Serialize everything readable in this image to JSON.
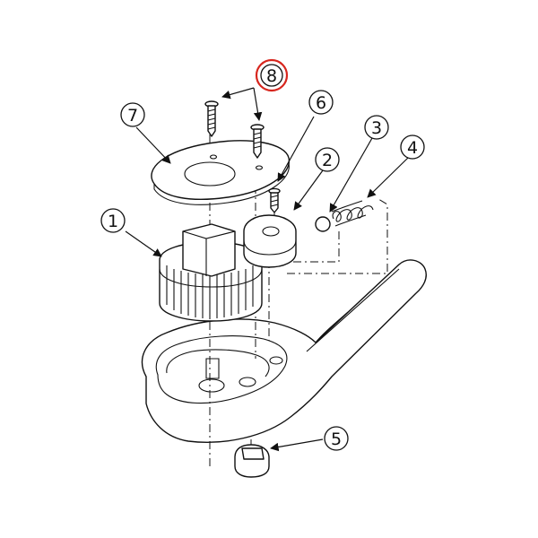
{
  "diagram": {
    "callouts": [
      {
        "id": "1",
        "label": "1"
      },
      {
        "id": "2",
        "label": "2"
      },
      {
        "id": "3",
        "label": "3"
      },
      {
        "id": "4",
        "label": "4"
      },
      {
        "id": "5",
        "label": "5"
      },
      {
        "id": "6",
        "label": "6"
      },
      {
        "id": "7",
        "label": "7"
      },
      {
        "id": "8",
        "label": "8",
        "highlighted": true
      }
    ],
    "colors": {
      "line": "#111111",
      "highlight": "#d7261e",
      "background": "#ffffff"
    }
  }
}
